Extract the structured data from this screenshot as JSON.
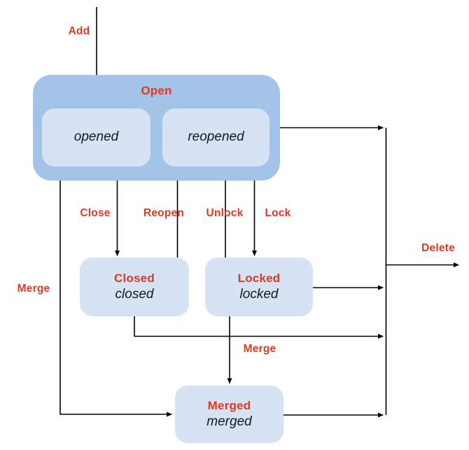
{
  "colors": {
    "accent-red": "#db3b21",
    "container-blue": "#a3c4e9",
    "state-blue": "#d6e3f4",
    "ink": "#18181b",
    "line": "#000000",
    "bg": "#ffffff"
  },
  "diagram": {
    "states": {
      "open": {
        "name": "Open"
      },
      "opened": {
        "instance": "opened"
      },
      "reopened": {
        "instance": "reopened"
      },
      "closed": {
        "name": "Closed",
        "instance": "closed"
      },
      "locked": {
        "name": "Locked",
        "instance": "locked"
      },
      "merged": {
        "name": "Merged",
        "instance": "merged"
      }
    },
    "transitions": {
      "add": {
        "label": "Add"
      },
      "close": {
        "label": "Close"
      },
      "reopen": {
        "label": "Reopen"
      },
      "unlock": {
        "label": "Unlock"
      },
      "lock": {
        "label": "Lock"
      },
      "merge_left": {
        "label": "Merge"
      },
      "merge_middle": {
        "label": "Merge"
      },
      "delete": {
        "label": "Delete"
      }
    }
  }
}
